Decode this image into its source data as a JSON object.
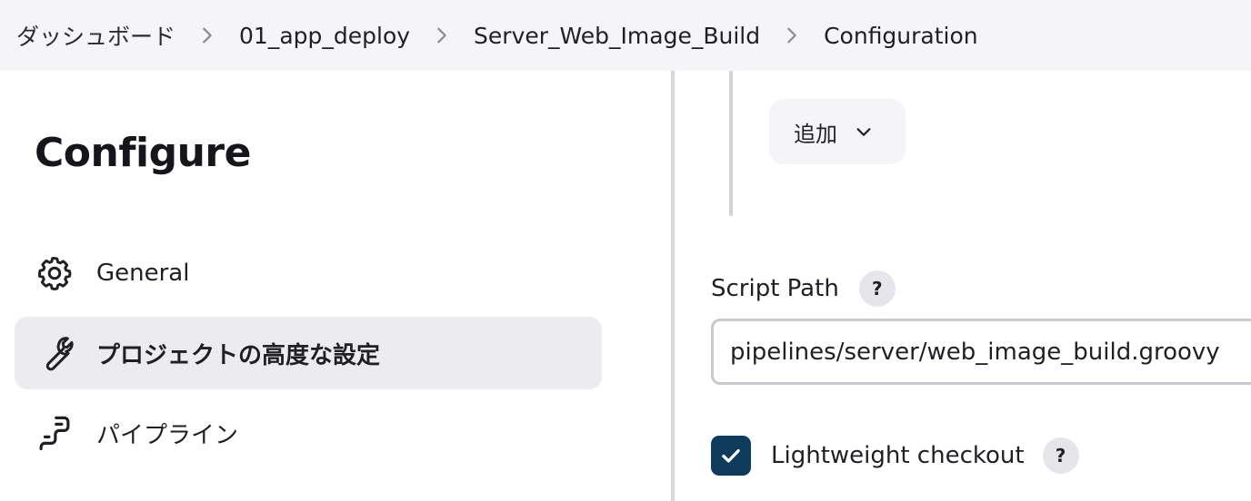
{
  "breadcrumb": {
    "items": [
      "ダッシュボード",
      "01_app_deploy",
      "Server_Web_Image_Build",
      "Configuration"
    ]
  },
  "sidebar": {
    "title": "Configure",
    "items": [
      {
        "label": "General",
        "icon": "gear-icon",
        "active": false
      },
      {
        "label": "プロジェクトの高度な設定",
        "icon": "wrench-icon",
        "active": true
      },
      {
        "label": "パイプライン",
        "icon": "pipeline-icon",
        "active": false
      }
    ]
  },
  "content": {
    "add_button": "追加",
    "script_path": {
      "label": "Script Path",
      "help": "?",
      "value": "pipelines/server/web_image_build.groovy"
    },
    "lightweight": {
      "label": "Lightweight checkout",
      "help": "?",
      "checked": true
    }
  },
  "colors": {
    "breadcrumb_bg": "#f5f5f7",
    "active_item_bg": "#ececf0",
    "checkbox": "#0f3b5c"
  }
}
